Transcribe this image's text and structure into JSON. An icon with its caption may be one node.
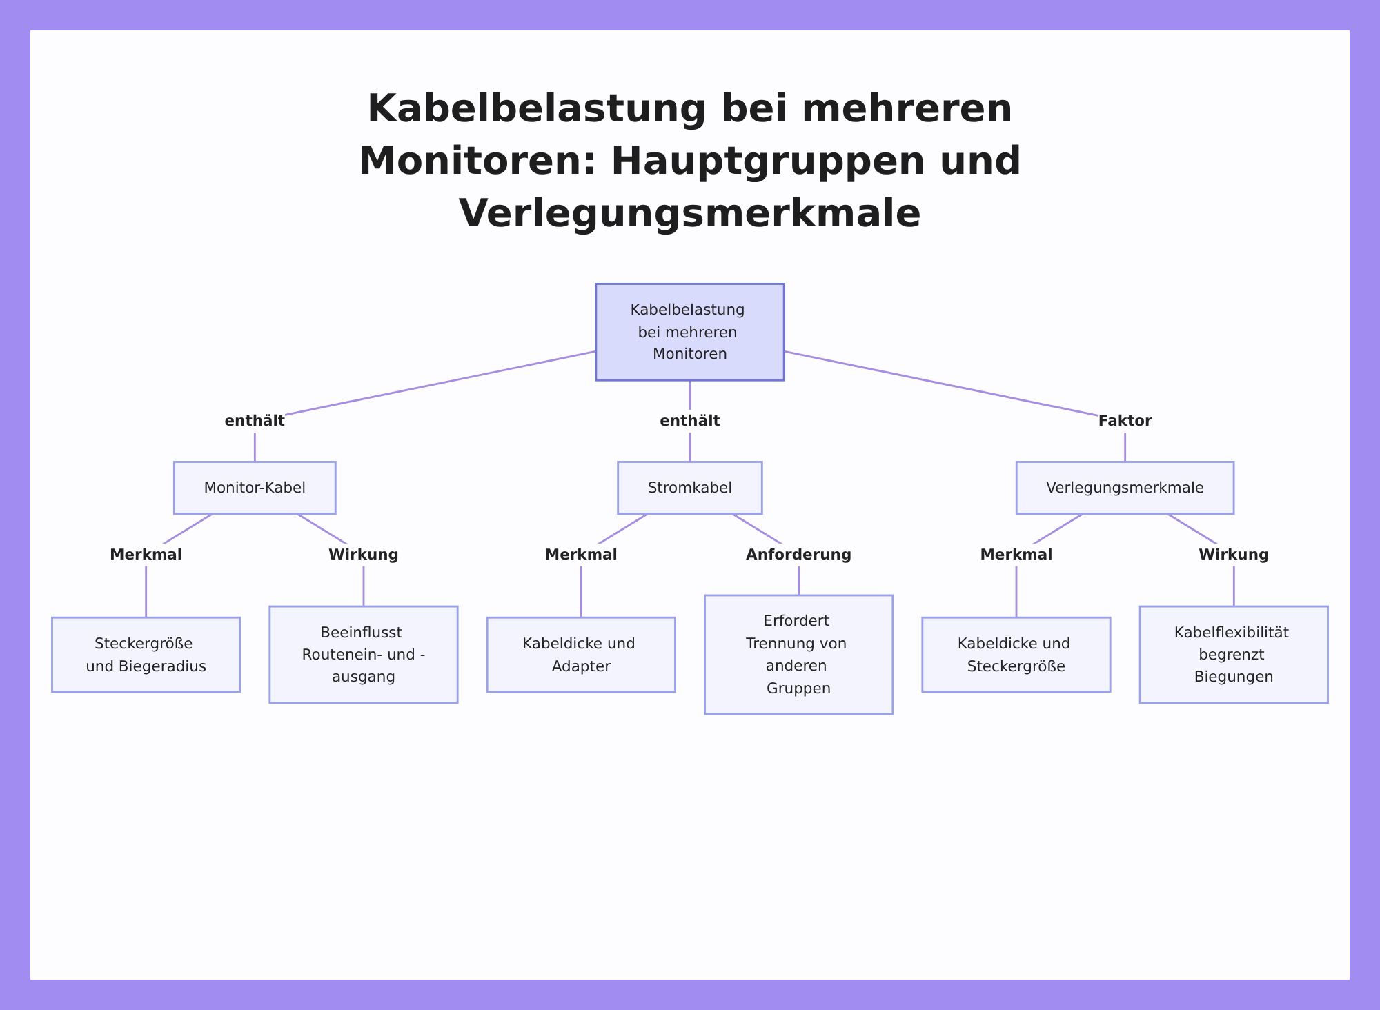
{
  "diagram": {
    "title": "Kabelbelastung bei mehreren Monitoren: Hauptgruppen und Verlegungsmerkmale",
    "nodes": [
      {
        "text": [
          "Kabelbelastung bei mehreren Monitoren"
        ]
      },
      {
        "text": [
          "Monitor-Kabel"
        ]
      },
      {
        "text": [
          "Stromkabel"
        ]
      },
      {
        "text": [
          "Verlegungsmerkmale"
        ]
      },
      {
        "text": [
          "Steckergröße und Biegeradius"
        ]
      },
      {
        "text": [
          "Beeinflusst Routenein- und -ausgang"
        ]
      },
      {
        "text": [
          "Kabeldicke und Adapter"
        ]
      },
      {
        "text": [
          "Erfordert Trennung von anderen Gruppen"
        ]
      },
      {
        "text": [
          "Kabeldicke und Steckergröße"
        ]
      },
      {
        "text": [
          "Kabelflexibilität begrenzt Biegungen"
        ]
      }
    ],
    "edges": [
      {
        "from": 0,
        "to": 1,
        "arrow": "none",
        "label": "enthält"
      },
      {
        "from": 0,
        "to": 2,
        "arrow": "none",
        "label": "enthält"
      },
      {
        "from": 0,
        "to": 3,
        "arrow": "none",
        "label": "Faktor"
      },
      {
        "from": 1,
        "to": 4,
        "arrow": "none",
        "label": "Merkmal"
      },
      {
        "from": 1,
        "to": 5,
        "arrow": "none",
        "label": "Wirkung"
      },
      {
        "from": 2,
        "to": 6,
        "arrow": "none",
        "label": "Merkmal"
      },
      {
        "from": 2,
        "to": 7,
        "arrow": "none",
        "label": "Anforderung"
      },
      {
        "from": 3,
        "to": 8,
        "arrow": "none",
        "label": "Merkmal"
      },
      {
        "from": 3,
        "to": 9,
        "arrow": "none",
        "label": "Wirkung"
      }
    ]
  }
}
